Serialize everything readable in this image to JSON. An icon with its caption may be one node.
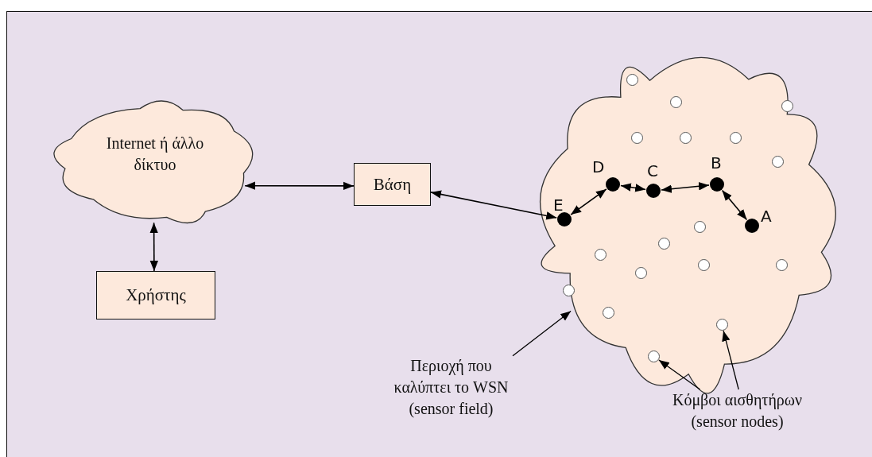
{
  "diagram": {
    "nodes": [
      {
        "text": [
          "Internet ή άλλο δίκτυο"
        ]
      },
      {
        "text": [
          "Χρήστης"
        ]
      },
      {
        "text": [
          "Βάση"
        ]
      },
      {
        "text": [],
        "shape": "cloud"
      },
      {
        "text": [],
        "shape": "circle",
        "beside": [
          "E"
        ],
        "in": 3
      },
      {
        "text": [],
        "shape": "circle",
        "beside": [
          "D"
        ],
        "in": 3
      },
      {
        "text": [],
        "shape": "circle",
        "beside": [
          "C"
        ],
        "in": 3
      },
      {
        "text": [],
        "shape": "circle",
        "beside": [
          "B"
        ],
        "in": 3
      },
      {
        "text": [],
        "shape": "circle",
        "beside": [
          "A"
        ],
        "in": 3
      },
      {
        "text": [],
        "shape": "circle",
        "in": 3
      },
      {
        "text": [],
        "shape": "circle",
        "in": 3
      },
      {
        "text": [],
        "shape": "circle",
        "in": 3
      },
      {
        "text": [],
        "shape": "circle",
        "in": 3
      },
      {
        "text": [],
        "shape": "circle",
        "in": 3
      },
      {
        "text": [],
        "shape": "circle",
        "in": 3
      },
      {
        "text": [],
        "shape": "circle",
        "in": 3
      },
      {
        "text": [],
        "shape": "circle",
        "in": 3
      },
      {
        "text": [],
        "shape": "circle",
        "in": 3
      },
      {
        "text": [],
        "shape": "circle",
        "in": 3
      },
      {
        "text": [],
        "shape": "circle",
        "in": 3
      },
      {
        "text": [],
        "shape": "circle",
        "in": 3
      },
      {
        "text": [],
        "shape": "circle",
        "in": 3
      },
      {
        "text": [],
        "shape": "circle",
        "in": 3
      },
      {
        "text": [],
        "shape": "circle",
        "in": 3
      },
      {
        "text": [],
        "shape": "circle",
        "in": 3
      },
      {
        "text": [],
        "shape": "circle",
        "in": 3
      },
      {
        "text": [
          "Περιοχή που καλύπτει το WSN (sensor field)"
        ]
      },
      {
        "text": [
          "Κόμβοι αισθητήρων (sensor nodes)"
        ]
      }
    ],
    "edges": [
      {
        "from": 0,
        "to": 2,
        "arrow": "both"
      },
      {
        "from": 0,
        "to": 1,
        "arrow": "both"
      },
      {
        "from": 2,
        "to": 4,
        "arrow": "both"
      },
      {
        "from": 4,
        "to": 5,
        "arrow": "both"
      },
      {
        "from": 5,
        "to": 6,
        "arrow": "both"
      },
      {
        "from": 6,
        "to": 7,
        "arrow": "both"
      },
      {
        "from": 7,
        "to": 8,
        "arrow": "both"
      },
      {
        "from": 26,
        "to": 3,
        "arrow": "to"
      },
      {
        "from": 27,
        "to": 25,
        "arrow": "to"
      },
      {
        "from": 27,
        "to": 24,
        "arrow": "to"
      }
    ]
  }
}
